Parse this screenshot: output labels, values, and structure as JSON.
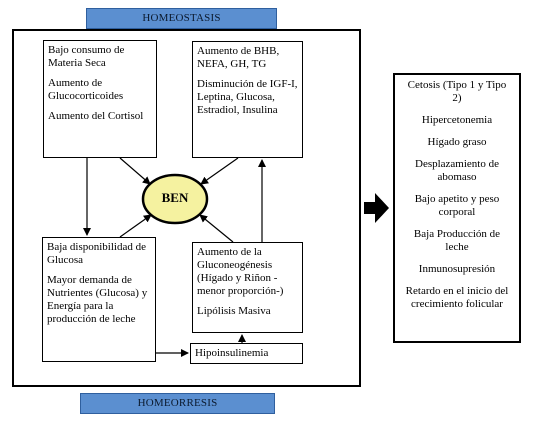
{
  "diagram": {
    "top_banner": "HOMEOSTASIS",
    "bottom_banner": "HOMEORRESIS",
    "center": "BEN",
    "box_top_left": [
      "Bajo consumo de Materia Seca",
      "Aumento de Glucocorticoides",
      "Aumento del Cortisol"
    ],
    "box_top_right": [
      "Aumento de BHB, NEFA, GH, TG",
      "Disminución de IGF-I, Leptina, Glucosa, Estradiol, Insulina"
    ],
    "box_bottom_left": [
      "Baja disponibilidad de Glucosa",
      "Mayor demanda de Nutrientes (Glucosa) y Energía para la producción de leche"
    ],
    "box_bottom_right": [
      "Aumento de la Gluconeogénesis (Hígado y Riñon - menor proporción-)",
      "Lipólisis Masiva"
    ],
    "box_hipoinsulinemia": "Hipoinsulinemia",
    "results": [
      "Cetosis (Tipo 1 y Tipo 2)",
      "Hipercetonemia",
      "Hígado graso",
      "Desplazamiento de abomaso",
      "Bajo apetito y peso corporal",
      "Baja Producción de leche",
      "Inmunosupresión",
      "Retardo en el inicio del crecimiento folicular"
    ],
    "colors": {
      "banner_fill": "#5b8fd0",
      "ellipse_fill": "#f5f2a0"
    }
  }
}
